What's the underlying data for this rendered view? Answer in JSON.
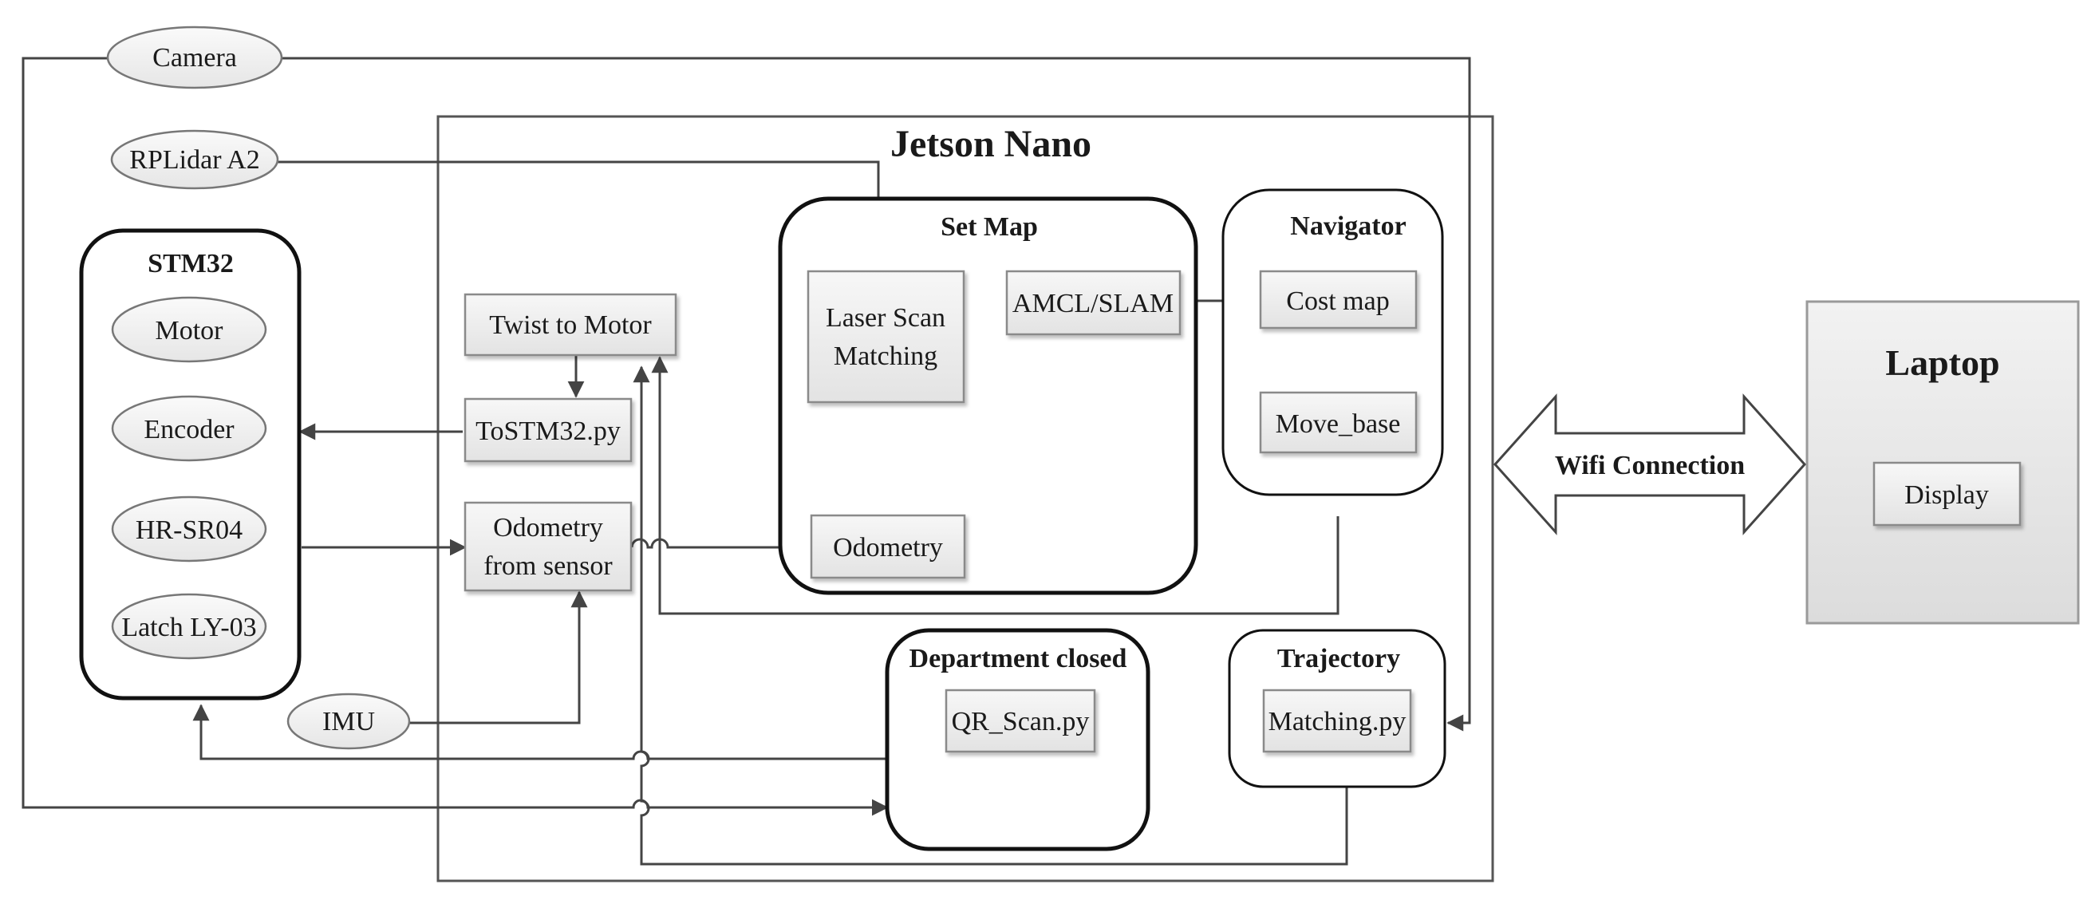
{
  "inputs": {
    "camera": "Camera",
    "rplidar": "RPLidar A2",
    "imu": "IMU"
  },
  "stm32": {
    "title": "STM32",
    "items": [
      "Motor",
      "Encoder",
      "HR-SR04",
      "Latch LY-03"
    ]
  },
  "jetson": {
    "title": "Jetson Nano",
    "twist_to_motor": "Twist to Motor",
    "tostm32": "ToSTM32.py",
    "odometry_sensor": [
      "Odometry",
      "from sensor"
    ]
  },
  "set_map": {
    "title": "Set Map",
    "laser_scan": [
      "Laser Scan",
      "Matching"
    ],
    "amcl": "AMCL/SLAM",
    "odometry": "Odometry"
  },
  "navigator": {
    "title": "Navigator",
    "cost_map": "Cost map",
    "move_base": "Move_base"
  },
  "department": {
    "title": "Department closed",
    "qr_scan": "QR_Scan.py"
  },
  "trajectory": {
    "title": "Trajectory",
    "matching": "Matching.py"
  },
  "link": {
    "label": "Wifi Connection"
  },
  "laptop": {
    "title": "Laptop",
    "display": "Display"
  }
}
